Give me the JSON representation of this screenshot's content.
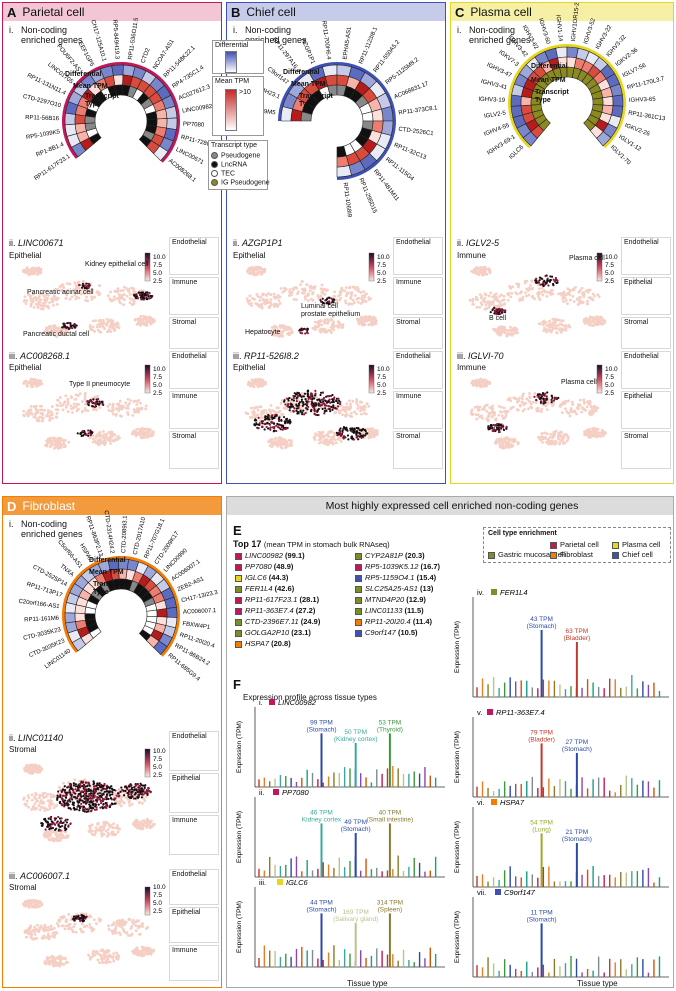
{
  "colors": {
    "parietal": "#c2185b",
    "chief": "#3f51b5",
    "plasma": "#e6d71a",
    "fibroblast": "#f57c00",
    "gastric": "#7a8f2a",
    "gray": "#bdbdbd"
  },
  "A": {
    "letter": "A",
    "title": "Parietal cell",
    "sub_i": "i.",
    "sub_i_text": "Non-coding\nenriched genes",
    "ring_labels": [
      "Differential",
      "Mean TPM",
      "Transcript\nType"
    ],
    "genes": [
      "RP11-617F23.1",
      "RP1-8B1.4",
      "RP5-1039K5",
      "RP11-56B16",
      "CTD-2297O10",
      "RP11-131N11.4",
      "LINC01705",
      "POU6F2-AS1",
      "EEF1GP5",
      "CH17-125A10.1",
      "RP5-849H19.3",
      "RP11-536O11.5",
      "CTD2",
      "NCOA7-AS1",
      "RP11-548K22.1",
      "RP4-735C1.4",
      "AC027612.3",
      "LINC00982",
      "PP7080",
      "RP11-728G15.1",
      "LINC00671",
      "AC008268.1"
    ],
    "ii": "ii.",
    "ii_gene": "LINC00671",
    "iii": "iii.",
    "iii_gene": "AC008268.1",
    "lab_epithelial": "Epithelial",
    "lab_endothelial": "Endothelial",
    "lab_immune": "Immune",
    "lab_stromal": "Stromal",
    "ann_kidney": "Kidney epithelial cell",
    "ann_acinar": "Pancreatic acinar cell",
    "ann_ductal": "Pancreatic ductal cell",
    "ann_type2": "Type II pneumocyte",
    "cb": [
      "10.0",
      "7.5",
      "5.0",
      "2.5"
    ]
  },
  "B": {
    "letter": "B",
    "title": "Chief cell",
    "sub_i": "i.",
    "sub_i_text": "Non-coding\nenriched genes",
    "genes": [
      "CTD-2559M5",
      "RP11-114H23.1",
      "C9orf147",
      "RP11-297A16.4",
      "AZGP1P1",
      "RP11-700H6.4",
      "EPHA5-AS1",
      "RP11-1123I8.1",
      "RP11-550A5.2",
      "RP5-1125M8.2",
      "AC068831.17",
      "RP11-373C8.1",
      "CTD-2526C1",
      "RP11-32C13",
      "RP11-115G4",
      "RP11-481M11",
      "RP11-295D15",
      "RP11-1068I9"
    ],
    "ii": "ii.",
    "ii_gene": "AZGP1P1",
    "iii": "iii.",
    "iii_gene": "RP11-526I8.2",
    "lab_epithelial": "Epithelial",
    "lab_endothelial": "Endothelial",
    "lab_immune": "Immune",
    "lab_stromal": "Stromal",
    "ann_luminal": "Luminal cell\nprostate epithelium",
    "ann_hep": "Hepatocyte",
    "cb": [
      "10.0",
      "7.5",
      "5.0",
      "2.5"
    ],
    "legend_diff": "Differential",
    "legend_tpm": "Mean TPM",
    "legend_gt10": ">10",
    "legend_tt": "Transcript type",
    "tt": [
      "Pseudogene",
      "LncRNA",
      "TEC",
      "IG Pseudogene"
    ]
  },
  "C": {
    "letter": "C",
    "title": "Plasma cell",
    "sub_i": "i.",
    "sub_i_text": "Non-coding\nenriched genes",
    "genes": [
      "IGLC6",
      "IGHV3-69-1",
      "IGHV4-55",
      "IGLV2-5",
      "IGHV3-19",
      "IGHV3-41",
      "IGHV3-47",
      "IGKV7-3",
      "IGHV3-42",
      "IGHV3-62",
      "IGHV3-60",
      "IGHV1-14",
      "IGHV1OR15-2",
      "IGHV3-52",
      "IGHV3-22",
      "IGHV3-32",
      "IGKV2-36",
      "IGLV7-56",
      "RP11-170L3.7",
      "IGHV3-65",
      "RP11-361C13",
      "IGKV2-26",
      "IGLV1-12",
      "IGLV1-70"
    ],
    "ii": "ii.",
    "ii_gene": "IGLV2-5",
    "iii": "iii.",
    "iii_gene": "IGLVI-70",
    "lab_immune": "Immune",
    "lab_endothelial": "Endothelial",
    "lab_epithelial": "Epithelial",
    "lab_stromal": "Stromal",
    "ann_plasma": "Plasma cell",
    "ann_bcell": "B cell",
    "cb": [
      "10.0",
      "7.5",
      "5.0",
      "2.5"
    ]
  },
  "D": {
    "letter": "D",
    "title": "Fibroblast",
    "sub_i": "i.",
    "sub_i_text": "Non-coding\nenriched genes",
    "genes": [
      "LINC01140",
      "CTD-3035K23",
      "CTD-3035K23",
      "RP11-161M6",
      "C20orf166-AS1",
      "RP11-713P17",
      "CTD-2525P14",
      "TNXA",
      "C5orf66-AS1",
      "HSPA7",
      "RP11-863P2.13",
      "CTD-2314H24.2",
      "CTD-2089I3.1",
      "CTD-2017A10",
      "RP11-707G18.1",
      "CTD-2009K17",
      "LINC00990",
      "AC006007.1",
      "ZEB2-AS1",
      "CH17-13I23.3",
      "AC006007.1",
      "FBXW4P1",
      "RP11-20I20.4",
      "RP11-86B24.2",
      "RP11-685G9.4"
    ],
    "ii": "ii.",
    "ii_gene": "LINC01140",
    "iii": "iii.",
    "iii_gene": "AC006007.1",
    "lab_stromal": "Stromal",
    "lab_endothelial": "Endothelial",
    "lab_epithelial": "Epithelial",
    "lab_immune": "Immune",
    "cb": [
      "10.0",
      "7.5",
      "5.0",
      "2.5"
    ]
  },
  "right": {
    "title": "Most highly expressed cell enriched non-coding genes",
    "E": "E",
    "top17": "Top 17",
    "top17_sub": "(mean TPM in stomach bulk RNAseq)",
    "col1": [
      {
        "gene": "LINC00982",
        "val": "(99.1)",
        "c": "parietal"
      },
      {
        "gene": "PP7080",
        "val": "(48.9)",
        "c": "parietal"
      },
      {
        "gene": "IGLC6",
        "val": "(44.3)",
        "c": "plasma"
      },
      {
        "gene": "FER1L4",
        "val": "(42.6)",
        "c": "gastric"
      },
      {
        "gene": "RP11-617F23.1",
        "val": "(28.1)",
        "c": "parietal"
      },
      {
        "gene": "RP11-363E7.4",
        "val": "(27.2)",
        "c": "parietal"
      },
      {
        "gene": "CTD-2396E7.11",
        "val": "(24.9)",
        "c": "gastric"
      },
      {
        "gene": "GOLGA2P10",
        "val": "(23.1)",
        "c": "gastric"
      },
      {
        "gene": "HSPA7",
        "val": "(20.8)",
        "c": "fibroblast"
      }
    ],
    "col2": [
      {
        "gene": "CYP2A81P",
        "val": "(20.3)",
        "c": "gastric"
      },
      {
        "gene": "RP5-1039K5.12",
        "val": "(16.7)",
        "c": "parietal"
      },
      {
        "gene": "RP5-1159O4.1",
        "val": "(15.4)",
        "c": "chief"
      },
      {
        "gene": "SLC25A25-AS1",
        "val": "(13)",
        "c": "gastric"
      },
      {
        "gene": "MTND4P20",
        "val": "(12.9)",
        "c": "gastric"
      },
      {
        "gene": "LINC01133",
        "val": "(11.5)",
        "c": "gastric"
      },
      {
        "gene": "RP11-20I20.4",
        "val": "(11.4)",
        "c": "fibroblast"
      },
      {
        "gene": "C9orf147",
        "val": "(10.5)",
        "c": "chief"
      }
    ],
    "enrich_title": "Cell type enrichment",
    "enrich": [
      {
        "label": "Parietal cell",
        "c": "parietal"
      },
      {
        "label": "Plasma cell",
        "c": "plasma"
      },
      {
        "label": "Gastric mucosal cell",
        "c": "gastric"
      },
      {
        "label": "Fibroblast",
        "c": "fibroblast"
      },
      {
        "label": "Chief cell",
        "c": "chief"
      }
    ],
    "F": "F",
    "F_title": "Expression profile across tissue types",
    "ylabel": "Expression (TPM)",
    "xlabel": "Tissue type",
    "plots": [
      {
        "num": "i.",
        "gene": "LINC00982",
        "c": "parietal",
        "ann": [
          {
            "v": "99 TPM",
            "t": "(Stomach)",
            "col": "#2b4aa8"
          },
          {
            "v": "50 TPM",
            "t": "(Kidney cortex)",
            "col": "#3aa8a0"
          },
          {
            "v": "53 TPM",
            "t": "(Thyroid)",
            "col": "#3a9a3a"
          }
        ]
      },
      {
        "num": "ii.",
        "gene": "PP7080",
        "c": "parietal",
        "ann": [
          {
            "v": "46 TPM",
            "t": "Kidney cortex",
            "col": "#3aa8a0"
          },
          {
            "v": "49 TPM",
            "t": "(Stomach)",
            "col": "#2b4aa8"
          },
          {
            "v": "40 TPM",
            "t": "(Small intestine)",
            "col": "#8a7a2a"
          }
        ]
      },
      {
        "num": "iii.",
        "gene": "IGLC6",
        "c": "plasma",
        "ann": [
          {
            "v": "44 TPM",
            "t": "(Stomach)",
            "col": "#2b4aa8"
          },
          {
            "v": "169 TPM",
            "t": "(Salivary gland)",
            "col": "#b9c48a"
          },
          {
            "v": "314 TPM",
            "t": "(Spleen)",
            "col": "#8a7a2a"
          }
        ]
      },
      {
        "num": "iv.",
        "gene": "FER1L4",
        "c": "gastric",
        "ann": [
          {
            "v": "43 TPM",
            "t": "(Stomach)",
            "col": "#2b4aa8"
          },
          {
            "v": "63 TPM",
            "t": "(Bladder)",
            "col": "#c0392b"
          }
        ]
      },
      {
        "num": "v.",
        "gene": "RP11-363E7.4",
        "c": "parietal",
        "ann": [
          {
            "v": "79 TPM",
            "t": "(Bladder)",
            "col": "#c0392b"
          },
          {
            "v": "27 TPM",
            "t": "(Stomach)",
            "col": "#2b4aa8"
          }
        ]
      },
      {
        "num": "vi.",
        "gene": "HSPA7",
        "c": "fibroblast",
        "ann": [
          {
            "v": "54 TPM",
            "t": "(Lung)",
            "col": "#9aaa2a"
          },
          {
            "v": "21 TPM",
            "t": "(Stomach)",
            "col": "#2b4aa8"
          }
        ]
      },
      {
        "num": "vii.",
        "gene": "C9orf147",
        "c": "chief",
        "ann": [
          {
            "v": "11 TPM",
            "t": "(Stomach)",
            "col": "#2b4aa8"
          }
        ]
      }
    ]
  }
}
